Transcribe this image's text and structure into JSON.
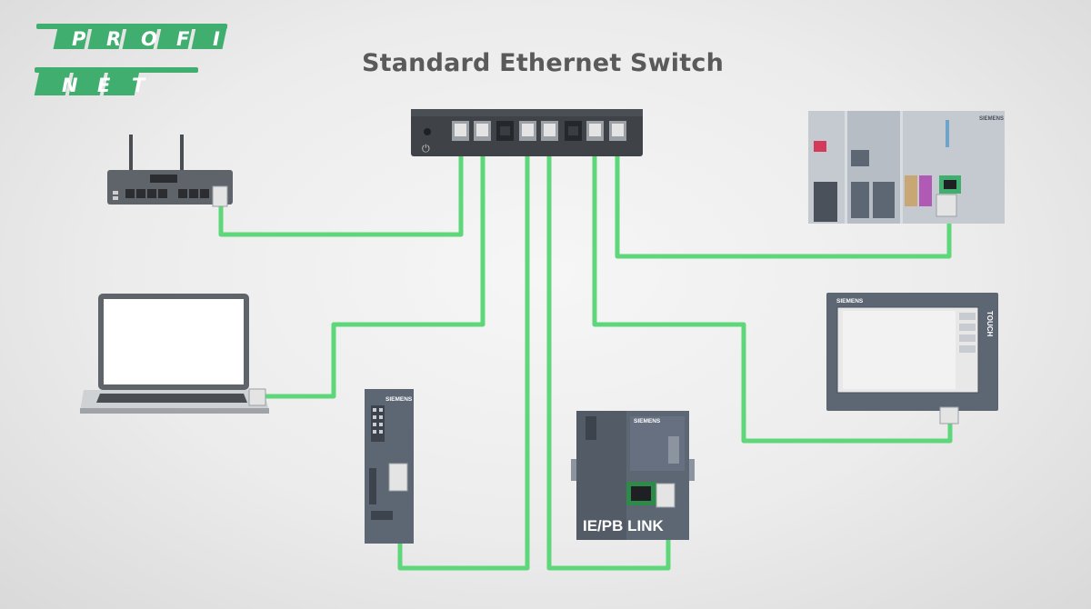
{
  "title": "Standard Ethernet Switch",
  "logo": {
    "row1": [
      "P",
      "R",
      "O",
      "F",
      "I"
    ],
    "row2": [
      "N",
      "E",
      "T"
    ],
    "color": "#3fae6f"
  },
  "devices": {
    "plc_brand": "SIEMENS",
    "hmi_brand": "SIEMENS",
    "hmi_side_label": "TOUCH",
    "scalance_brand": "SIEMENS",
    "link_brand": "SIEMENS",
    "link_label": "IE/PB LINK"
  },
  "colors": {
    "cable": "#5ed67a",
    "device_gray": "#5d6673",
    "switch_dark": "#3f4348"
  }
}
